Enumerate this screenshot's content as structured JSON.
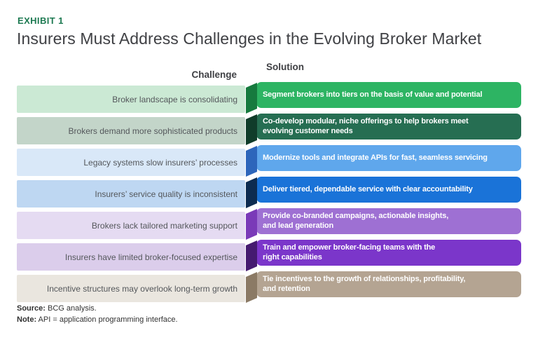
{
  "exhibit_label": "EXHIBIT 1",
  "title": "Insurers Must Address Challenges in the Evolving Broker Market",
  "columns": {
    "challenge": "Challenge",
    "solution": "Solution"
  },
  "rows": [
    {
      "challenge": "Broker landscape is consolidating",
      "solution": "Segment brokers into tiers on the basis of value and potential",
      "challenge_bg": "#cbe9d4",
      "solution_bg": "#2db463",
      "fold_color": "#167a3e"
    },
    {
      "challenge": "Brokers demand more sophisticated products",
      "solution": "Co-develop modular, niche offerings to help brokers meet\nevolving customer needs",
      "challenge_bg": "#c3d5c9",
      "solution_bg": "#266e52",
      "fold_color": "#103c2a"
    },
    {
      "challenge": "Legacy systems slow insurers’ processes",
      "solution": "Modernize tools and integrate APIs for fast, seamless servicing",
      "challenge_bg": "#d9e8f8",
      "solution_bg": "#5fa7ec",
      "fold_color": "#2d66bb"
    },
    {
      "challenge": "Insurers’ service quality is inconsistent",
      "solution": "Deliver tiered, dependable service with clear accountability",
      "challenge_bg": "#bed7f2",
      "solution_bg": "#1a73d8",
      "fold_color": "#0d2c50"
    },
    {
      "challenge": "Brokers lack tailored marketing support",
      "solution": "Provide co-branded campaigns, actionable insights,\nand lead generation",
      "challenge_bg": "#e5dbf2",
      "solution_bg": "#9e70d3",
      "fold_color": "#7a3ab8"
    },
    {
      "challenge": "Insurers have limited broker-focused expertise",
      "solution": "Train and empower broker-facing teams with the\nright capabilities",
      "challenge_bg": "#dbcdeb",
      "solution_bg": "#7b36ca",
      "fold_color": "#451a70"
    },
    {
      "challenge": "Incentive structures may overlook long-term growth",
      "solution": "Tie incentives to the growth of relationships, profitability,\nand retention",
      "challenge_bg": "#eae6df",
      "solution_bg": "#b4a492",
      "fold_color": "#8b7a65"
    }
  ],
  "footer": {
    "source_label": "Source:",
    "source_text": " BCG analysis.",
    "note_label": "Note:",
    "note_text": " API = application programming interface."
  },
  "colors": {
    "exhibit_green": "#1e7a52",
    "title_gray": "#3f4044"
  }
}
